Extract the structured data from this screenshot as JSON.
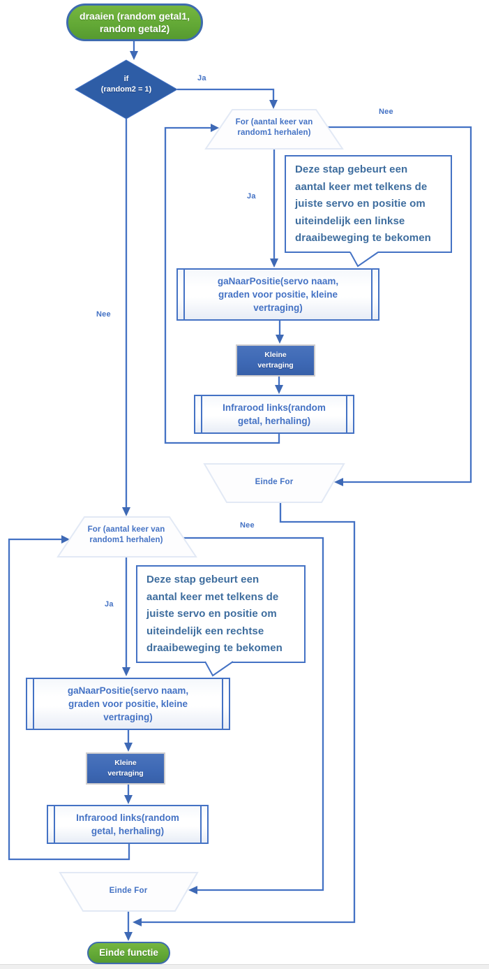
{
  "diagram": {
    "start": {
      "lines": [
        "draaien (random getal1,",
        "random getal2)"
      ]
    },
    "decision": {
      "lines": [
        "if",
        "(random2 = 1)"
      ]
    },
    "for_loop": {
      "lines": [
        "For (aantal keer van",
        "random1 herhalen)"
      ]
    },
    "callout_left_turn": {
      "lines": [
        "Deze stap gebeurt een",
        "aantal keer met telkens de",
        "juiste servo en positie om",
        "uiteindelijk een linkse",
        "draaibeweging te bekomen"
      ]
    },
    "callout_right_turn": {
      "lines": [
        "Deze stap gebeurt een",
        "aantal keer met telkens de",
        "juiste servo en positie om",
        "uiteindelijk een rechtse",
        "draaibeweging te bekomen"
      ]
    },
    "go_to_position": {
      "lines": [
        "gaNaarPositie(servo naam,",
        "graden voor positie, kleine",
        "vertraging)"
      ]
    },
    "small_delay": {
      "lines": [
        "Kleine",
        "vertraging"
      ]
    },
    "infrared": {
      "lines": [
        "Infrarood links(random",
        "getal, herhaling)"
      ]
    },
    "end_for": "Einde For",
    "end_function": "Einde functie",
    "edge_labels": {
      "ja_top": "Ja",
      "nee_top": "Nee",
      "ja_loop1": "Ja",
      "nee_left": "Nee",
      "nee_loop2": "Nee",
      "ja_loop2": "Ja"
    },
    "colors": {
      "connector": "#4472C4",
      "decision_fill": "#2E5DA6",
      "delay_fill": "#3E69B5",
      "terminator_fill": "#61A63C",
      "terminator_border": "#3E6BAE",
      "shape_text": "#4472C4",
      "callout_text": "#3E6D9E"
    }
  }
}
